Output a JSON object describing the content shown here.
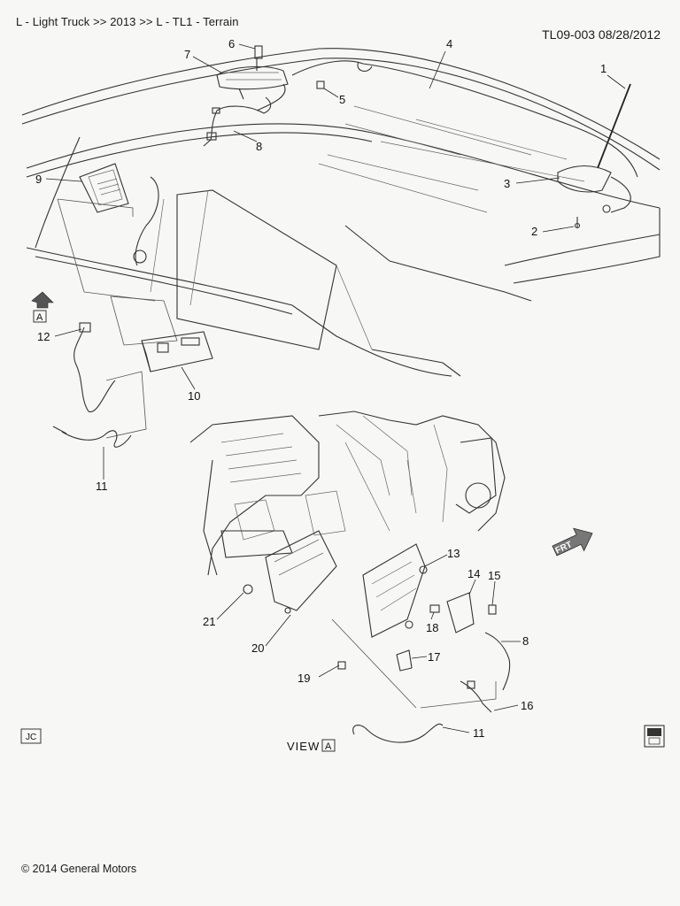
{
  "header": {
    "breadcrumb": "L - Light Truck  >>  2013  >>  L - TL1 - Terrain",
    "doc_id": "TL09-003  08/28/2012"
  },
  "callouts": {
    "c1": "1",
    "c2": "2",
    "c3": "3",
    "c4": "4",
    "c5": "5",
    "c6": "6",
    "c7": "7",
    "c8": "8",
    "c9": "9",
    "c10": "10",
    "c11": "11",
    "c12": "12",
    "c13": "13",
    "c14": "14",
    "c15": "15",
    "c16": "16",
    "c17": "17",
    "c18": "18",
    "c19": "19",
    "c20": "20",
    "c21": "21",
    "c8b": "8",
    "c11b": "11"
  },
  "view_label": "VIEW",
  "view_ref": "A",
  "marker_a": "A",
  "frt_label": "FRT",
  "corner_code": "JC",
  "footer": "© 2014 General Motors"
}
